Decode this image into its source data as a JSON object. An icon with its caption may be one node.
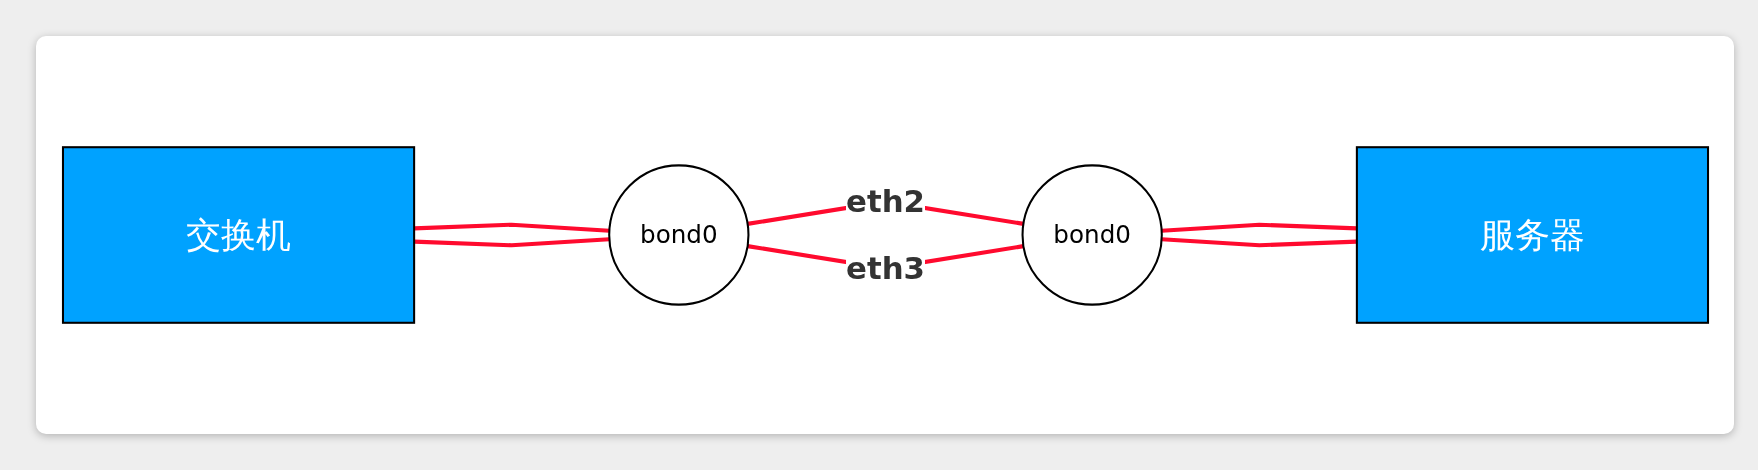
{
  "diagram": {
    "nodes": [
      {
        "text": [
          "交换机"
        ]
      },
      {
        "text": [
          "bond0"
        ]
      },
      {
        "text": [
          "bond0"
        ]
      },
      {
        "text": [
          "服务器"
        ]
      }
    ],
    "edges": [
      {
        "from": 0,
        "to": 1,
        "arrow": "none"
      },
      {
        "from": 0,
        "to": 1,
        "arrow": "none"
      },
      {
        "from": 1,
        "to": 2,
        "arrow": "none",
        "label": "eth2"
      },
      {
        "from": 1,
        "to": 2,
        "arrow": "none",
        "label": "eth3"
      },
      {
        "from": 2,
        "to": 3,
        "arrow": "none"
      },
      {
        "from": 2,
        "to": 3,
        "arrow": "none"
      }
    ]
  }
}
